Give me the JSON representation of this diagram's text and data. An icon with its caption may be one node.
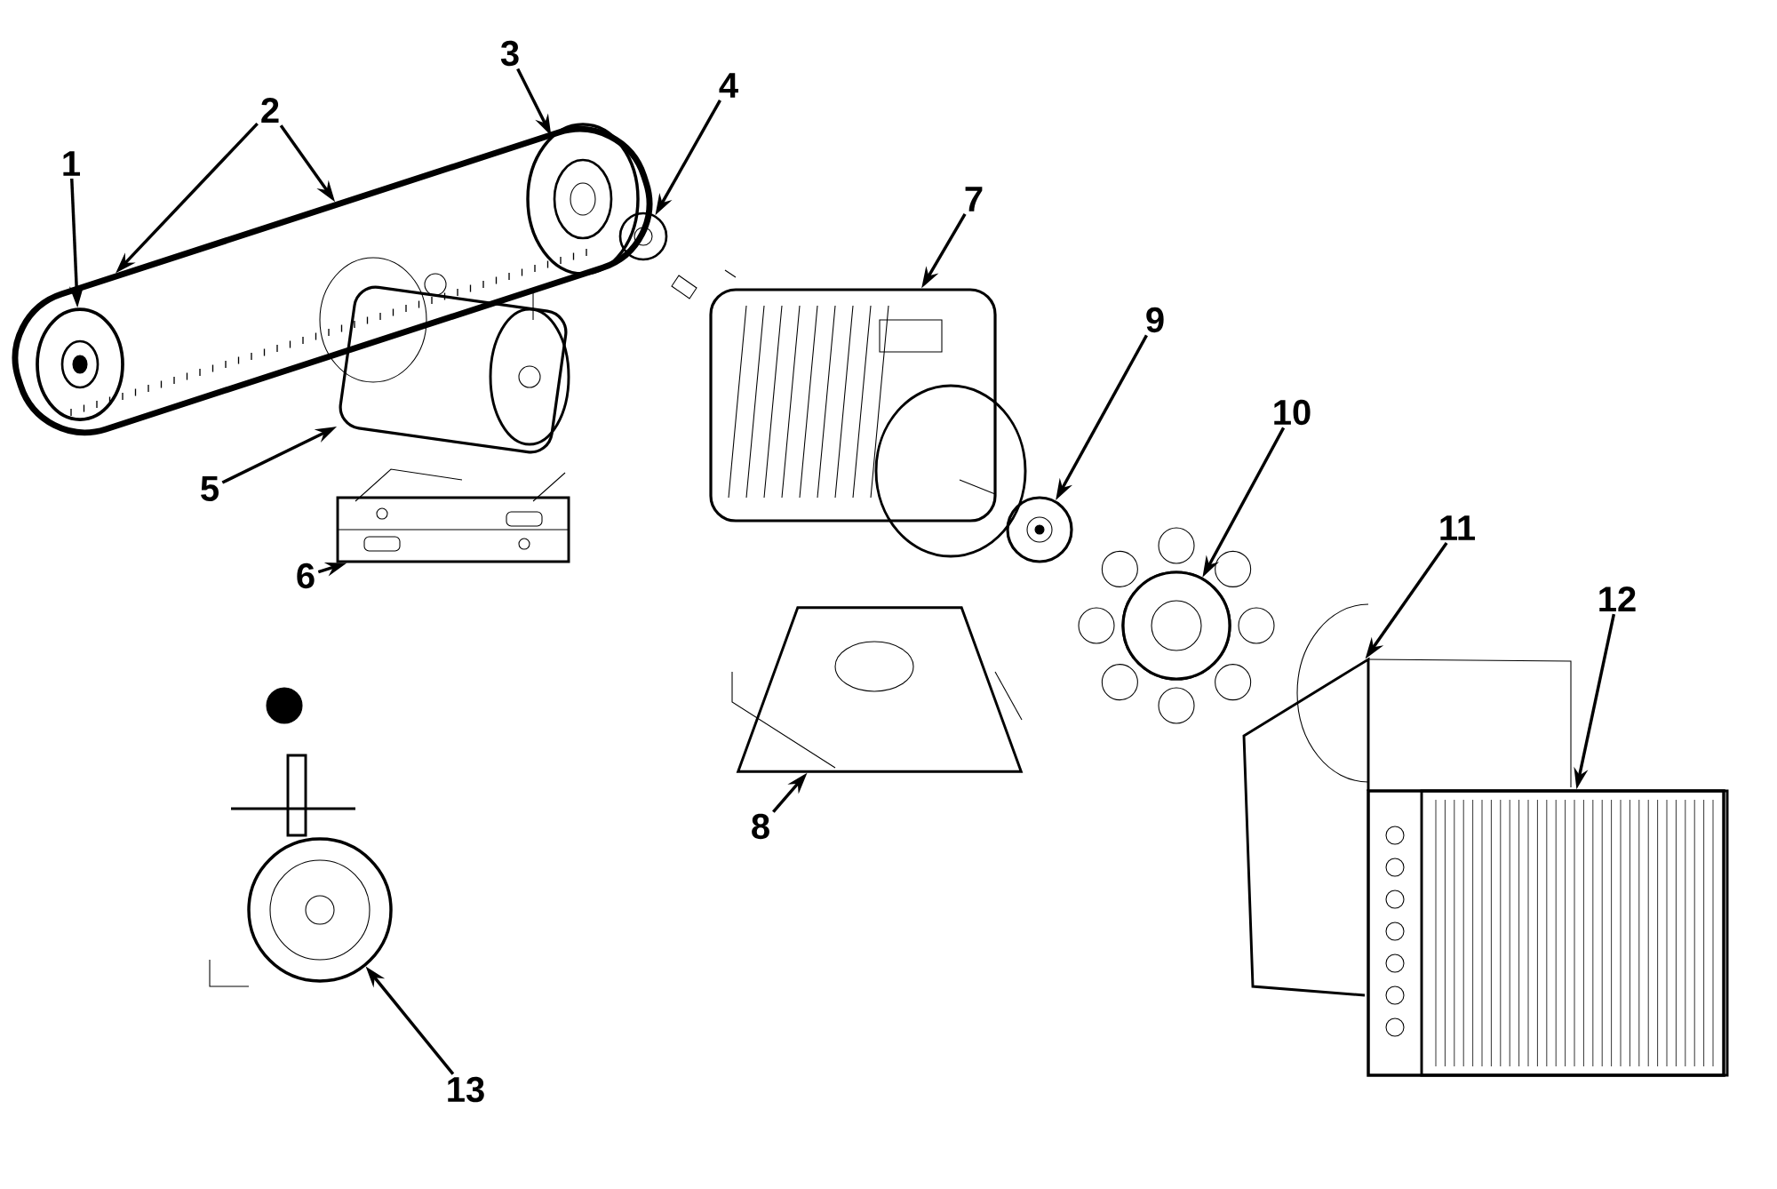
{
  "diagram": {
    "nodes": [
      {
        "text": [
          "1"
        ]
      },
      {
        "text": [
          "2"
        ]
      },
      {
        "text": [
          "3"
        ]
      },
      {
        "text": [
          "4"
        ]
      },
      {
        "text": [
          "5"
        ]
      },
      {
        "text": [
          "6"
        ]
      },
      {
        "text": [
          "7"
        ]
      },
      {
        "text": [
          "8"
        ]
      },
      {
        "text": [
          "9"
        ]
      },
      {
        "text": [
          "10"
        ]
      },
      {
        "text": [
          "11"
        ]
      },
      {
        "text": [
          "12"
        ]
      },
      {
        "text": [
          "13"
        ]
      },
      {
        "text": [],
        "shape": "picture"
      },
      {
        "text": [],
        "shape": "picture"
      },
      {
        "text": [],
        "shape": "picture"
      },
      {
        "text": [],
        "shape": "picture"
      },
      {
        "text": [],
        "shape": "picture"
      },
      {
        "text": [],
        "shape": "picture"
      },
      {
        "text": [],
        "shape": "picture"
      },
      {
        "text": [],
        "shape": "picture"
      },
      {
        "text": [],
        "shape": "picture"
      },
      {
        "text": [],
        "shape": "picture"
      },
      {
        "text": [],
        "shape": "picture"
      },
      {
        "text": [],
        "shape": "picture"
      },
      {
        "text": [],
        "shape": "picture"
      }
    ],
    "edges": [
      {
        "from": 0,
        "to": 13,
        "arrow": "to"
      },
      {
        "from": 1,
        "to": 14,
        "arrow": "to"
      },
      {
        "from": 1,
        "to": 14,
        "arrow": "to"
      },
      {
        "from": 2,
        "to": 15,
        "arrow": "to"
      },
      {
        "from": 3,
        "to": 16,
        "arrow": "to"
      },
      {
        "from": 4,
        "to": 17,
        "arrow": "to"
      },
      {
        "from": 5,
        "to": 18,
        "arrow": "to"
      },
      {
        "from": 6,
        "to": 19,
        "arrow": "to"
      },
      {
        "from": 7,
        "to": 20,
        "arrow": "to"
      },
      {
        "from": 8,
        "to": 21,
        "arrow": "to"
      },
      {
        "from": 9,
        "to": 22,
        "arrow": "to"
      },
      {
        "from": 10,
        "to": 23,
        "arrow": "to"
      },
      {
        "from": 11,
        "to": 24,
        "arrow": "to"
      },
      {
        "from": 12,
        "to": 25,
        "arrow": "to"
      }
    ]
  }
}
